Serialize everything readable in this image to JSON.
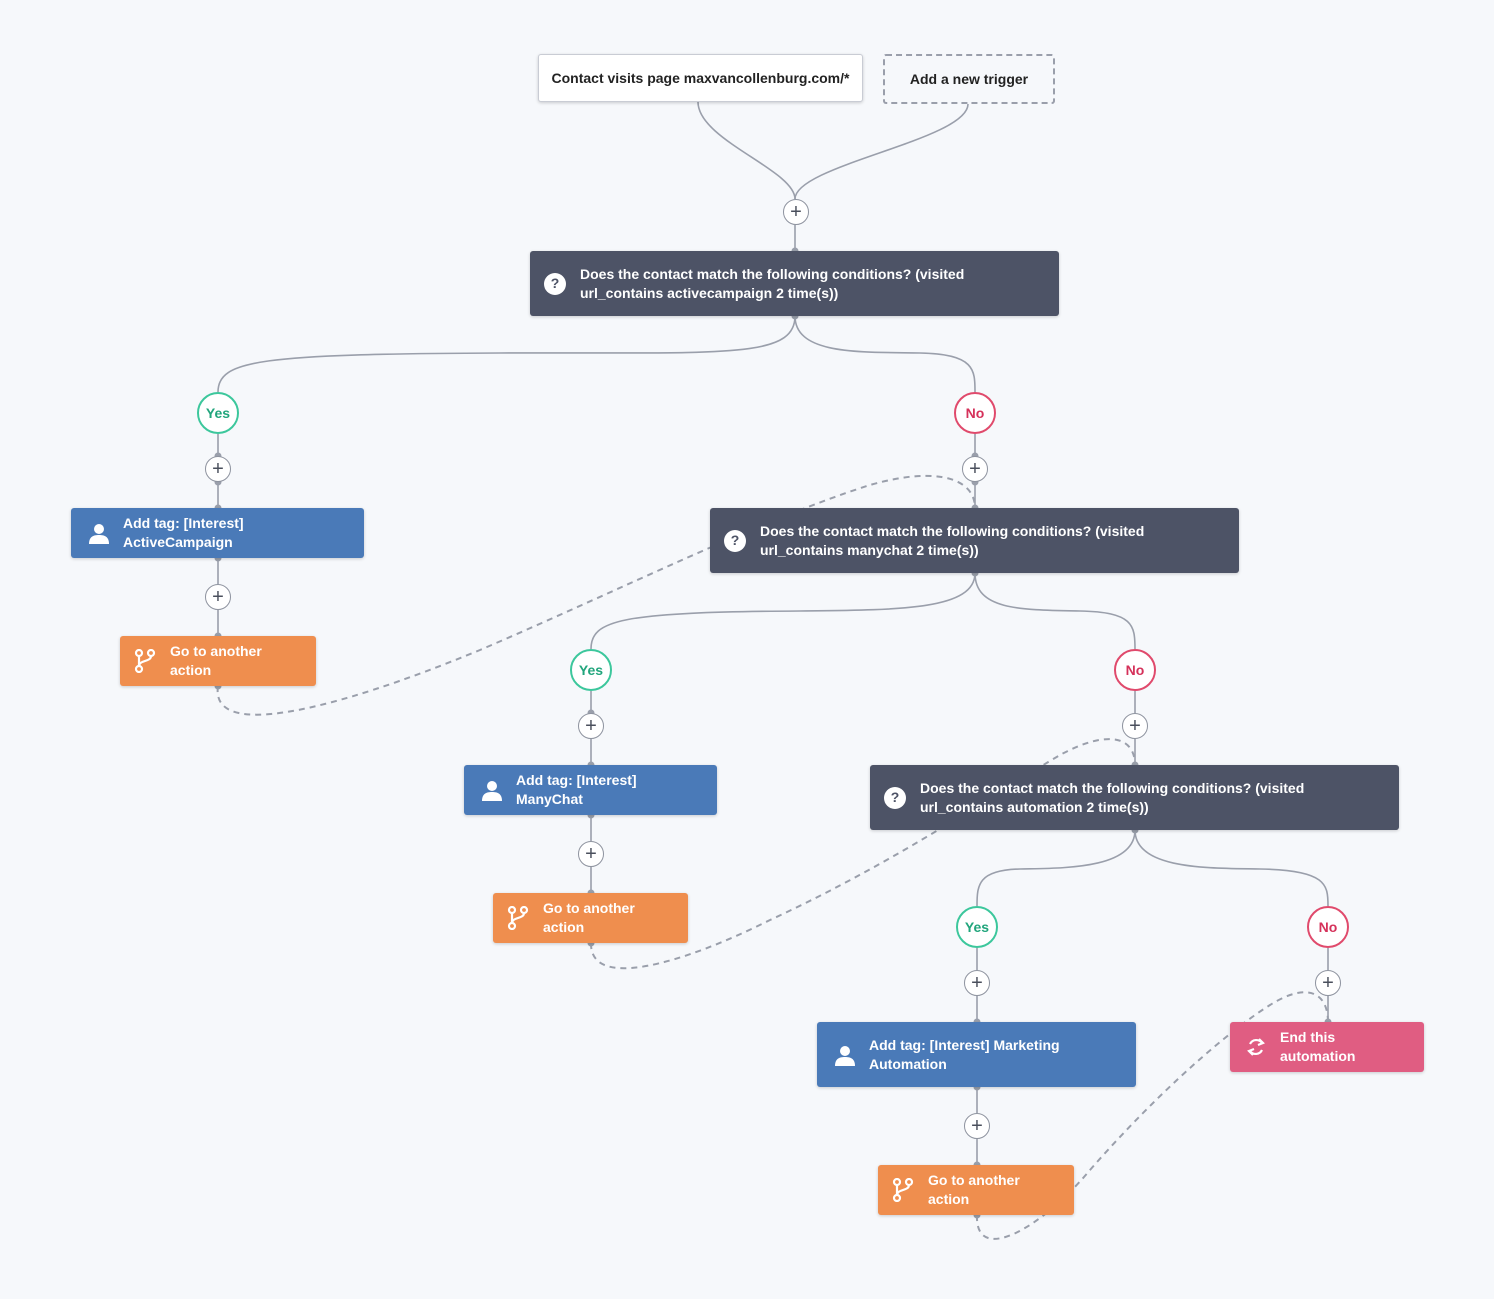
{
  "triggers": {
    "existing": "Contact visits page maxvancollenburg.com/*",
    "add_new": "Add a new trigger"
  },
  "conditions": [
    {
      "text": "Does the contact match the following conditions? (visited url_contains activecampaign 2 time(s))",
      "yes": "Yes",
      "no": "No"
    },
    {
      "text": "Does the contact match the following conditions? (visited url_contains manychat 2 time(s))",
      "yes": "Yes",
      "no": "No"
    },
    {
      "text": "Does the contact match the following conditions? (visited url_contains automation 2 time(s))",
      "yes": "Yes",
      "no": "No"
    }
  ],
  "actions": {
    "tag_activecampaign": "Add tag: [Interest] ActiveCampaign",
    "tag_manychat": "Add tag: [Interest] ManyChat",
    "tag_marketing_automation": "Add tag: [Interest] Marketing Automation",
    "goto_label": "Go to another action",
    "end_label": "End this automation"
  },
  "icons": {
    "condition": "question-icon",
    "tag": "user-icon",
    "goto": "branch-icon",
    "end": "refresh-icon",
    "add_step": "plus-icon"
  },
  "symbols": {
    "plus": "+",
    "question": "?"
  },
  "colors": {
    "background": "#f6f8fb",
    "condition": "#4d5366",
    "tag": "#4a7ab8",
    "goto": "#ef8e4e",
    "end": "#e05d82",
    "yes": "#3cc79c",
    "no": "#e04a6c",
    "connector": "#9a9fab"
  }
}
